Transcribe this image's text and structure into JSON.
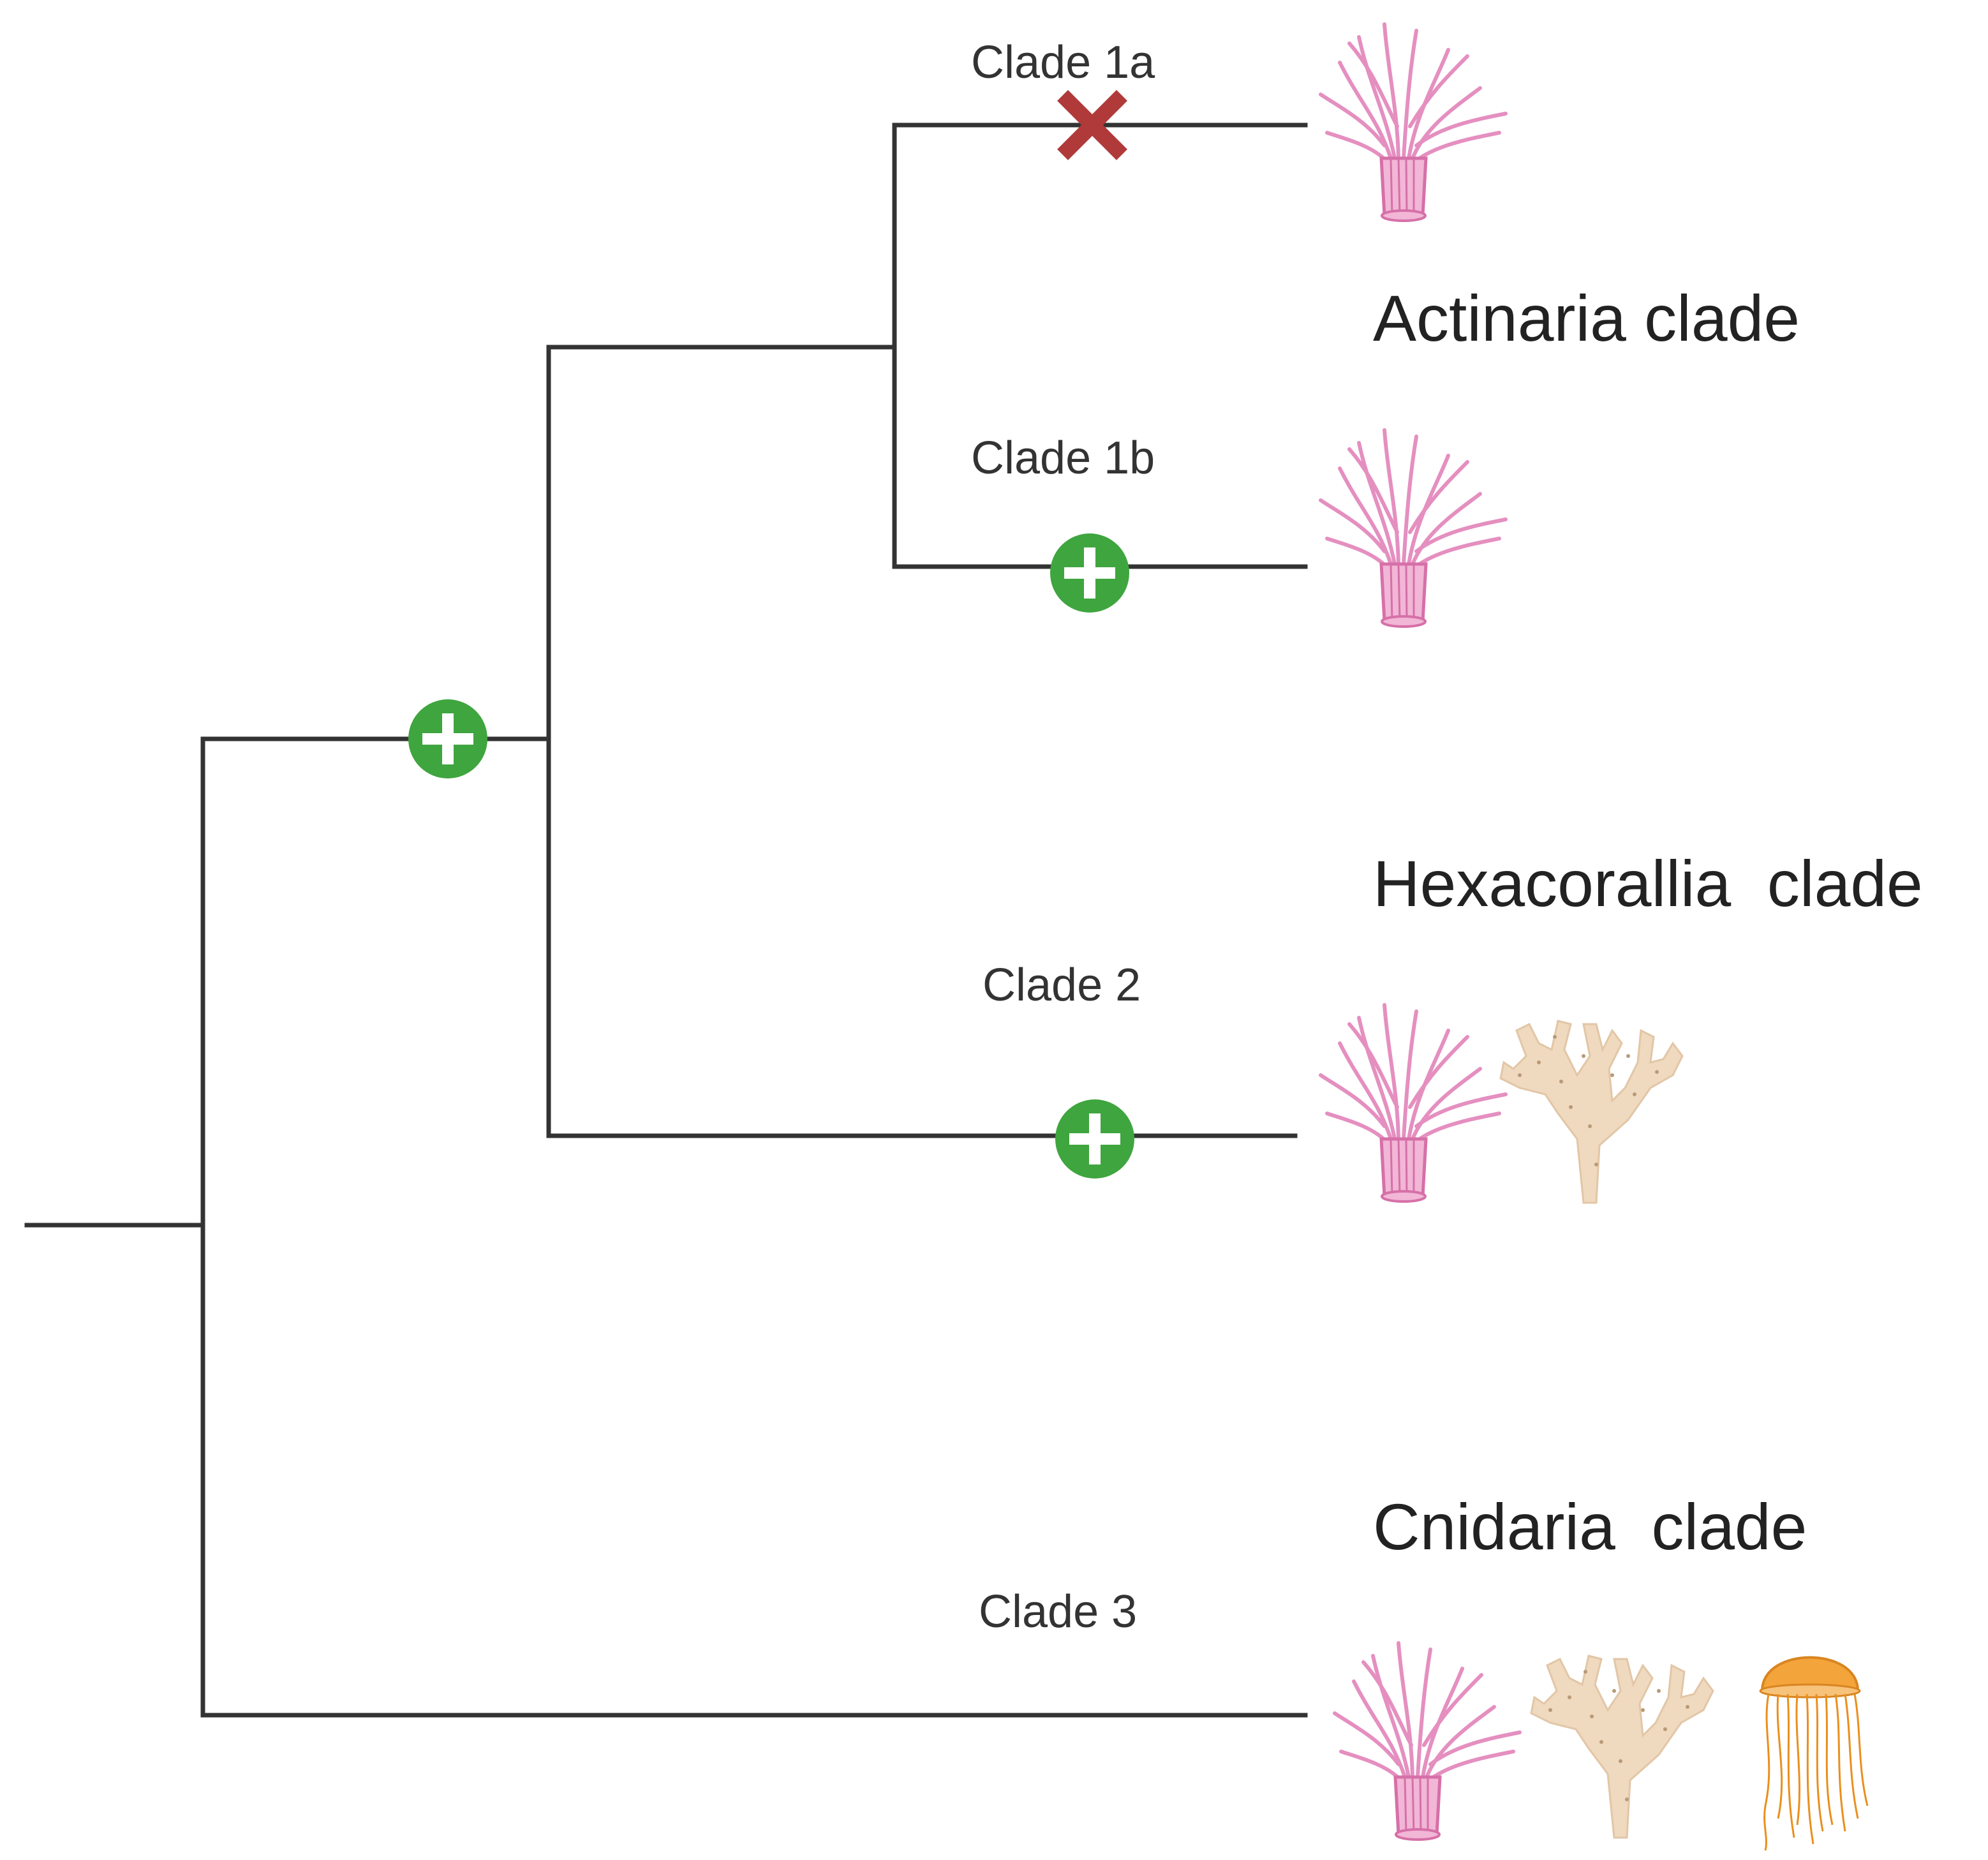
{
  "colors": {
    "branch": "#333333",
    "gain_marker": "#3fa53f",
    "loss_marker": "#b03a3a",
    "anemone": "#e58fc0",
    "coral": "#efd9bf",
    "jellyfish": "#f3a43a"
  },
  "labels": {
    "clade_1a": "Clade 1a",
    "clade_1b": "Clade 1b",
    "clade_2": "Clade 2",
    "clade_3": "Clade 3"
  },
  "groups": {
    "actinaria": "Actinaria clade",
    "hexacorallia": "Hexacorallia  clade",
    "cnidaria": "Cnidaria  clade"
  },
  "markers": [
    {
      "type": "loss",
      "icon": "red-x-icon",
      "branch": "Clade 1a"
    },
    {
      "type": "gain",
      "icon": "green-plus-icon",
      "branch": "Clade 1b"
    },
    {
      "type": "gain",
      "icon": "green-plus-icon",
      "branch": "Hexacorallia stem"
    },
    {
      "type": "gain",
      "icon": "green-plus-icon",
      "branch": "Clade 2"
    }
  ],
  "organisms": {
    "clade_1a": [
      "sea-anemone-icon"
    ],
    "clade_1b": [
      "sea-anemone-icon"
    ],
    "clade_2": [
      "sea-anemone-icon",
      "coral-icon"
    ],
    "clade_3": [
      "sea-anemone-icon",
      "coral-icon",
      "jellyfish-icon"
    ]
  }
}
